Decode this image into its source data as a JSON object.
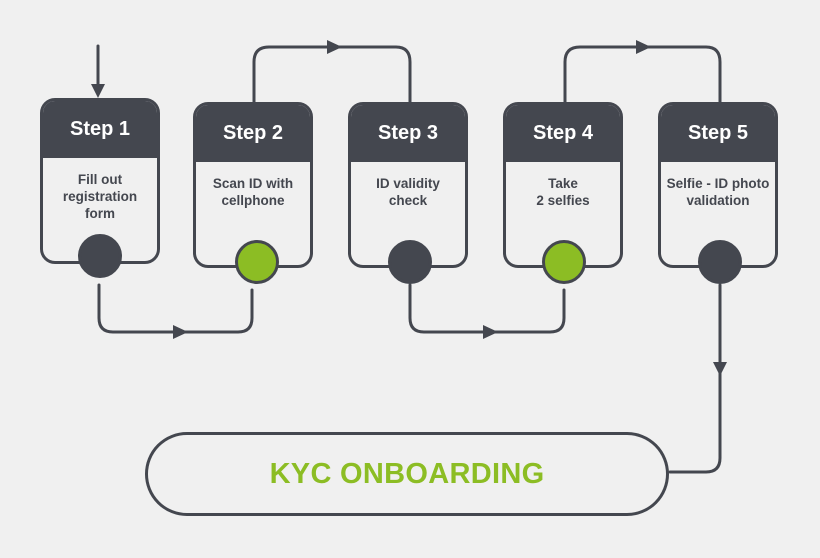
{
  "colors": {
    "background": "#f0f0f0",
    "dark": "#44474f",
    "accent_green": "#8cbd24",
    "header_text": "#ffffff"
  },
  "steps": [
    {
      "label": "Step 1",
      "description": "Fill out\nregistration\nform",
      "dot": "dark"
    },
    {
      "label": "Step 2",
      "description": "Scan ID with\ncellphone",
      "dot": "green"
    },
    {
      "label": "Step 3",
      "description": "ID validity\ncheck",
      "dot": "dark"
    },
    {
      "label": "Step 4",
      "description": "Take\n2 selfies",
      "dot": "green"
    },
    {
      "label": "Step 5",
      "description": "Selfie - ID photo\nvalidation",
      "dot": "dark"
    }
  ],
  "result": {
    "label": "KYC ONBOARDING"
  }
}
